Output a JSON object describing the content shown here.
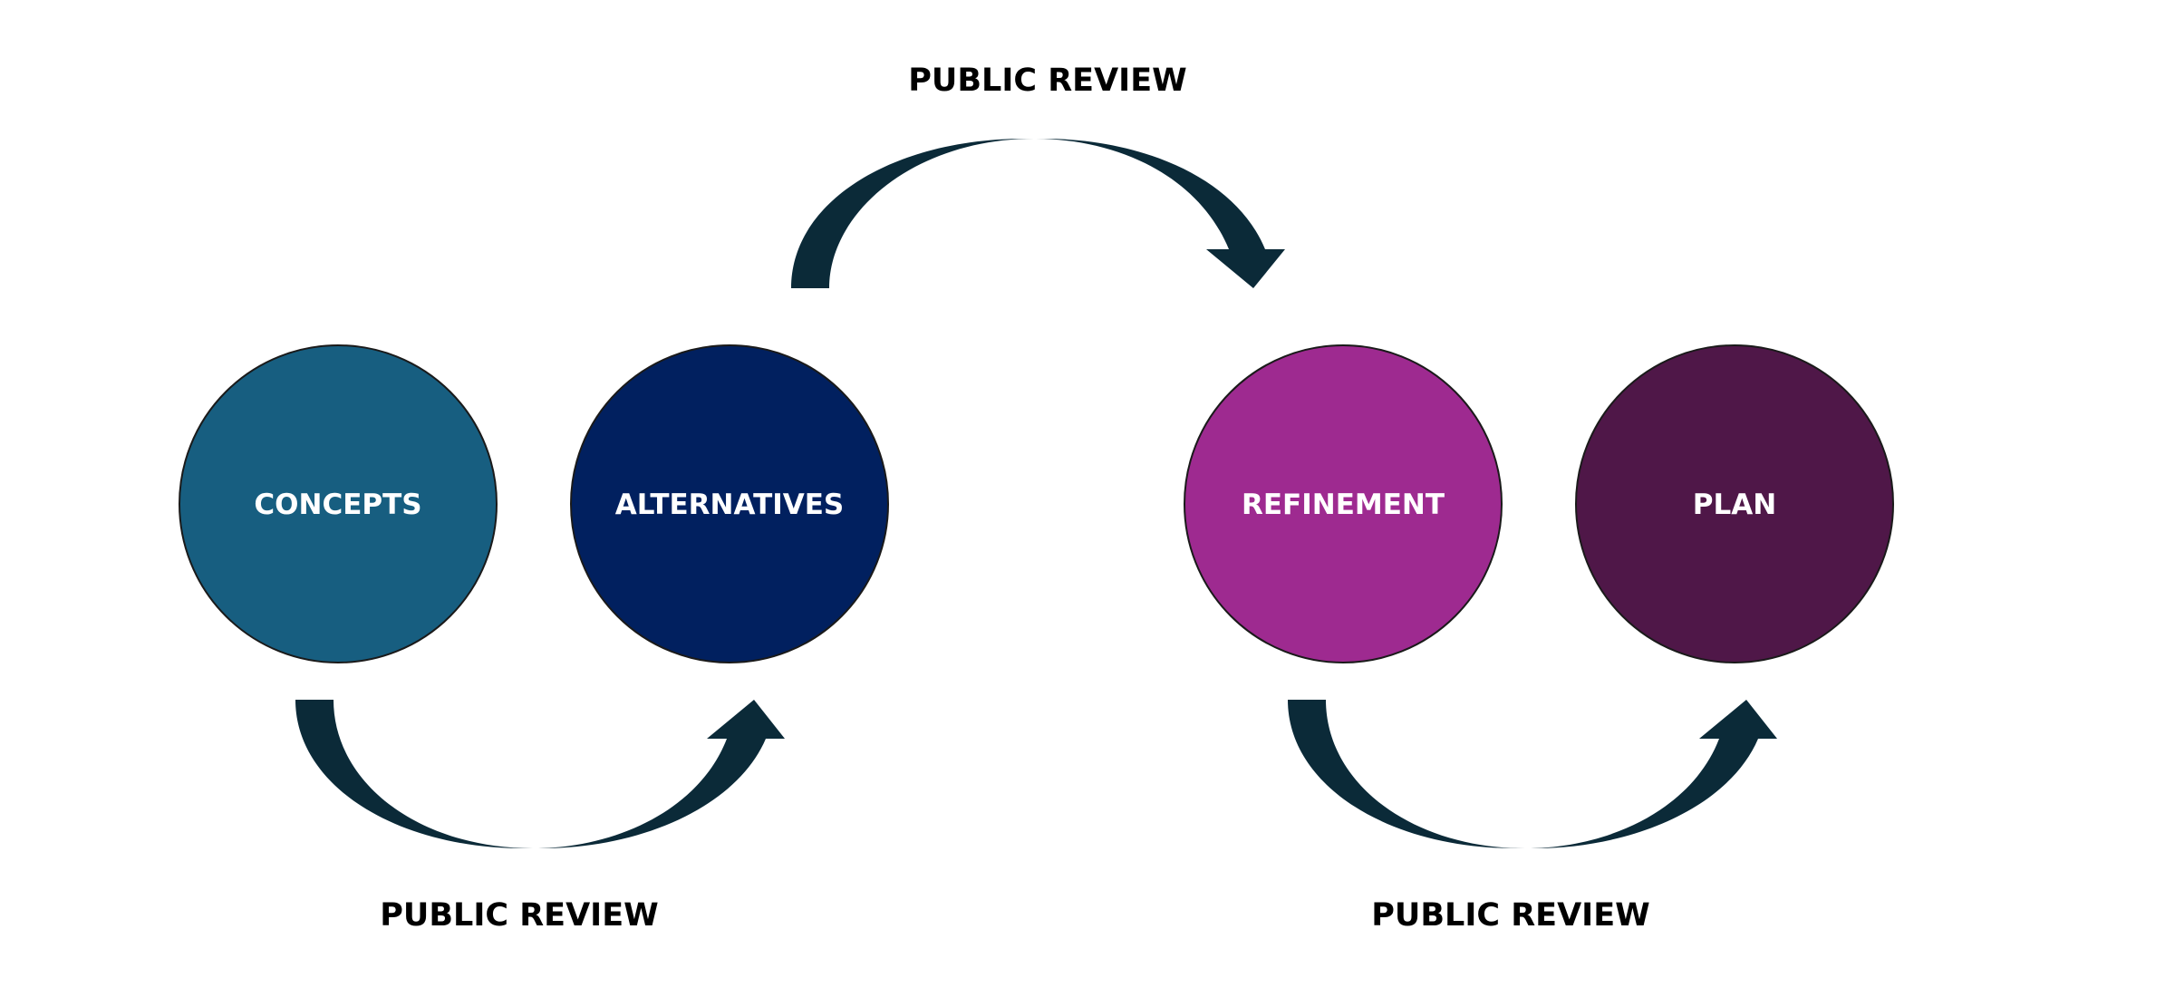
{
  "stages": [
    {
      "label": "CONCEPTS",
      "color": "#175e80"
    },
    {
      "label": "ALTERNATIVES",
      "color": "#01205f"
    },
    {
      "label": "REFINEMENT",
      "color": "#9e2a90"
    },
    {
      "label": "PLAN",
      "color": "#4f1748"
    }
  ],
  "reviews": [
    {
      "label": "PUBLIC REVIEW"
    },
    {
      "label": "PUBLIC REVIEW"
    },
    {
      "label": "PUBLIC REVIEW"
    }
  ],
  "arrow_color": "#0b2a38"
}
